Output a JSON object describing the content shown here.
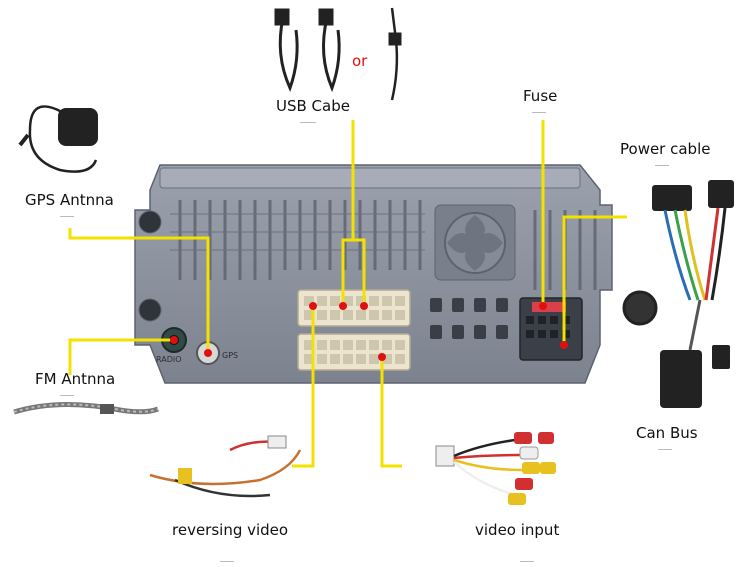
{
  "labels": {
    "usb": "USB Cabe",
    "or": "or",
    "fuse": "Fuse",
    "power": "Power cable",
    "gps": "GPS Antnna",
    "fm": "FM Antnna",
    "canbus": "Can Bus",
    "reversing": "reversing video",
    "videoin": "video input"
  },
  "panel_text": {
    "radio": "RADIO",
    "gps": "GPS"
  },
  "colors": {
    "wire": "#f2e200",
    "dot": "#e01010",
    "unit": "#8d939f",
    "unit_dark": "#5c6270",
    "connector": "#ece4cf",
    "background": "#ffffff"
  }
}
